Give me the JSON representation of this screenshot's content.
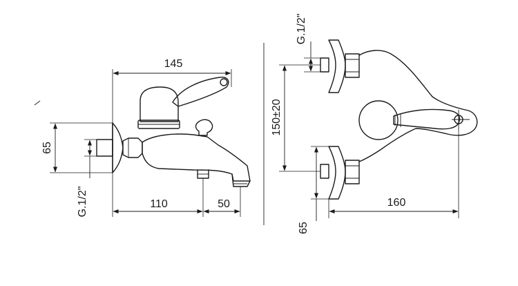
{
  "front_view": {
    "dim_width_total": "145",
    "dim_height_inlet": "65",
    "dim_thread": "G.1/2\"",
    "dim_spout_left": "110",
    "dim_spout_right": "50"
  },
  "side_view": {
    "dim_thread": "G.1/2\"",
    "dim_centers": "150±20",
    "dim_projection": "160",
    "dim_bottom": "65"
  }
}
